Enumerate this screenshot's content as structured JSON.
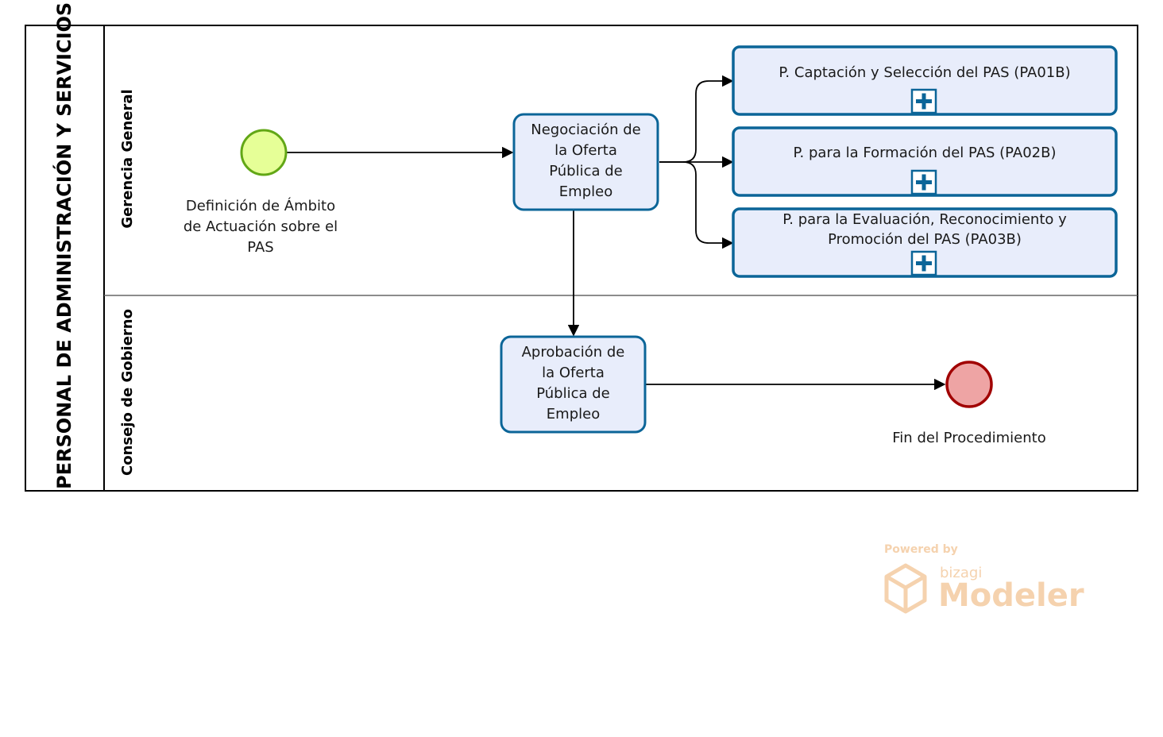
{
  "pool": {
    "title": "PERSONAL DE ADMINISTRACIÓN Y SERVICIOS",
    "lanes": [
      {
        "name": "Gerencia General"
      },
      {
        "name": "Consejo de Gobierno"
      }
    ]
  },
  "events": {
    "start": {
      "label_lines": [
        "Definición de Ámbito",
        "de Actuación sobre el",
        "PAS"
      ],
      "fill": "#e6ff97",
      "stroke": "#62a716"
    },
    "end": {
      "label_lines": [
        "Fin del Procedimiento"
      ],
      "fill": "#eea4a4",
      "stroke": "#a10000"
    }
  },
  "tasks": {
    "negociacion": {
      "label_lines": [
        "Negociación de",
        "la Oferta",
        "Pública de",
        "Empleo"
      ]
    },
    "aprobacion": {
      "label_lines": [
        "Aprobación de",
        "la Oferta",
        "Pública de",
        "Empleo"
      ]
    }
  },
  "subprocesses": [
    {
      "label_lines": [
        "P. Captación y Selección del PAS (PA01B)"
      ]
    },
    {
      "label_lines": [
        "P. para la Formación del PAS (PA02B)"
      ]
    },
    {
      "label_lines": [
        "P. para la Evaluación, Reconocimiento y",
        "Promoción del PAS (PA03B)"
      ]
    }
  ],
  "colors": {
    "task_fill": "#e8edfb",
    "task_stroke": "#0b6598",
    "lane_border": "#666666",
    "watermark": "#f5d2ae"
  },
  "watermark": {
    "powered_by": "Powered by",
    "brand": "bizagi",
    "product": "Modeler"
  }
}
